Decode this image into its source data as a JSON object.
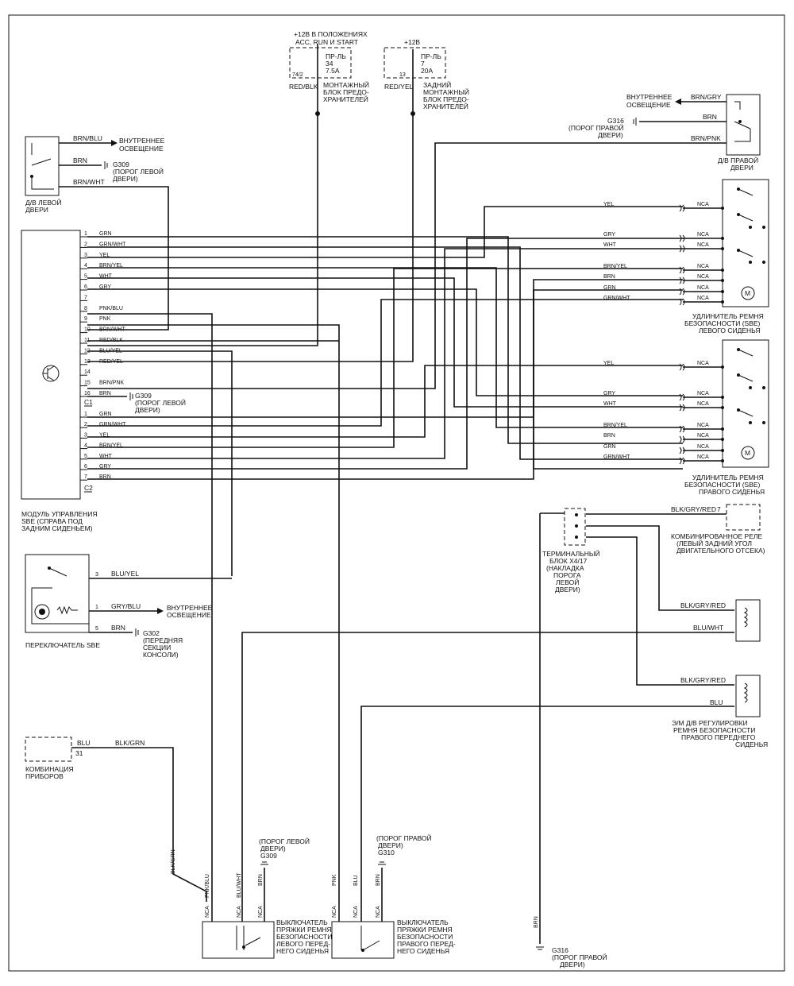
{
  "fuse_left": {
    "title": [
      "+12В В ПОЛОЖЕНИЯХ",
      "ACC, RUN И START"
    ],
    "fuse": [
      "ПР-ЛЬ",
      "34",
      "7.5A"
    ],
    "pin": "74/2",
    "wire": "RED/BLK",
    "block": [
      "МОНТАЖНЫЙ",
      "БЛОК ПРЕДО-",
      "ХРАНИТЕЛЕЙ"
    ]
  },
  "fuse_right": {
    "title": [
      "+12В"
    ],
    "fuse": [
      "ПР-ЛЬ",
      "7",
      "20A"
    ],
    "pin": "13",
    "wire": "RED/YEL",
    "block": [
      "ЗАДНИЙ",
      "МОНТАЖНЫЙ",
      "БЛОК ПРЕДО-",
      "ХРАНИТЕЛЕЙ"
    ]
  },
  "left_door_switch": {
    "label": [
      "Д/В ЛЕВОЙ",
      "ДВЕРИ"
    ],
    "wires": [
      {
        "name": "BRN/BLU",
        "target": [
          "ВНУТРЕННЕЕ",
          "ОСВЕЩЕНИЕ"
        ]
      },
      {
        "name": "BRN",
        "target": [
          "G309",
          "(ПОРОГ ЛЕВОЙ",
          "ДВЕРИ)"
        ]
      },
      {
        "name": "BRN/WHT",
        "target": []
      }
    ]
  },
  "right_door_switch": {
    "label": [
      "Д/В ПРАВОЙ",
      "ДВЕРИ"
    ],
    "wires": [
      {
        "name": "BRN/GRY",
        "target": [
          "ВНУТРЕННЕЕ",
          "ОСВЕЩЕНИЕ"
        ]
      },
      {
        "name": "BRN",
        "target": [
          "G316",
          "(ПОРОГ ПРАВОЙ",
          "ДВЕРИ)"
        ]
      },
      {
        "name": "BRN/PNK",
        "target": []
      }
    ]
  },
  "module": {
    "label": [
      "МОДУЛЬ УПРАВЛЕНИЯ",
      "SBE (СПРАВА ПОД",
      "ЗАДНИМ СИДЕНЬЕМ)"
    ],
    "c1": [
      {
        "pin": "1",
        "wire": "GRN"
      },
      {
        "pin": "2",
        "wire": "GRN/WHT"
      },
      {
        "pin": "3",
        "wire": "YEL"
      },
      {
        "pin": "4",
        "wire": "BRN/YEL"
      },
      {
        "pin": "5",
        "wire": "WHT"
      },
      {
        "pin": "6",
        "wire": "GRY"
      },
      {
        "pin": "7",
        "wire": ""
      },
      {
        "pin": "8",
        "wire": "PNK/BLU"
      },
      {
        "pin": "9",
        "wire": "PNK"
      },
      {
        "pin": "10",
        "wire": "BRN/WHT"
      },
      {
        "pin": "11",
        "wire": "RED/BLK"
      },
      {
        "pin": "12",
        "wire": "BLU/YEL"
      },
      {
        "pin": "13",
        "wire": "RED/YEL"
      },
      {
        "pin": "14",
        "wire": ""
      },
      {
        "pin": "15",
        "wire": "BRN/PNK"
      },
      {
        "pin": "16",
        "wire": "BRN"
      }
    ],
    "c1_label": "C1",
    "c1_ground": [
      "G309",
      "(ПОРОГ ЛЕВОЙ",
      "ДВЕРИ)"
    ],
    "c2": [
      {
        "pin": "1",
        "wire": "GRN"
      },
      {
        "pin": "2",
        "wire": "GRN/WHT"
      },
      {
        "pin": "3",
        "wire": "YEL"
      },
      {
        "pin": "4",
        "wire": "BRN/YEL"
      },
      {
        "pin": "5",
        "wire": "WHT"
      },
      {
        "pin": "6",
        "wire": "GRY"
      },
      {
        "pin": "7",
        "wire": "BRN"
      }
    ],
    "c2_label": "C2"
  },
  "sbe_left": {
    "label": [
      "УДЛИНИТЕЛЬ РЕМНЯ",
      "БЕЗОПАСНОСТИ (SBE)",
      "ЛЕВОГО СИДЕНЬЯ"
    ],
    "rows": [
      {
        "wire": "YEL",
        "nca": "NCA"
      },
      {
        "wire": "GRY",
        "nca": "NCA"
      },
      {
        "wire": "WHT",
        "nca": "NCA"
      },
      {
        "wire": "BRN/YEL",
        "nca": "NCA"
      },
      {
        "wire": "BRN",
        "nca": "NCA"
      },
      {
        "wire": "GRN",
        "nca": "NCA"
      },
      {
        "wire": "GRN/WHT",
        "nca": "NCA"
      }
    ]
  },
  "sbe_right": {
    "label": [
      "УДЛИНИТЕЛЬ РЕМНЯ",
      "БЕЗОПАСНОСТИ (SBE)",
      "ПРАВОГО СИДЕНЬЯ"
    ],
    "rows": [
      {
        "wire": "YEL",
        "nca": "NCA"
      },
      {
        "wire": "GRY",
        "nca": "NCA"
      },
      {
        "wire": "WHT",
        "nca": "NCA"
      },
      {
        "wire": "BRN/YEL",
        "nca": "NCA"
      },
      {
        "wire": "BRN",
        "nca": "NCA"
      },
      {
        "wire": "GRN",
        "nca": "NCA"
      },
      {
        "wire": "GRN/WHT",
        "nca": "NCA"
      }
    ]
  },
  "relay": {
    "wire": "BLK/GRY/RED",
    "pin": "7",
    "label": [
      "КОМБИНИРОВАННОЕ РЕЛЕ",
      "(ЛЕВЫЙ ЗАДНИЙ УГОЛ",
      "ДВИГАТЕЛЬНОГО ОТСЕКА)"
    ]
  },
  "terminal": {
    "label": [
      "ТЕРМИНАЛЬНЫЙ",
      "БЛОК X4/17",
      "(НАКЛАДКА",
      "ПОРОГА",
      "ЛЕВОЙ",
      "ДВЕРИ)"
    ]
  },
  "solenoid_left_wires": [
    "BLK/GRY/RED",
    "BLU/WHT"
  ],
  "solenoid_right": {
    "wires": [
      "BLK/GRY/RED",
      "BLU"
    ],
    "label": [
      "Э/М Д/В РЕГУЛИРОВКИ",
      "РЕМНЯ БЕЗОПАСНОСТИ",
      "ПРАВОГО ПЕРЕДНЕГО",
      "СИДЕНЬЯ"
    ]
  },
  "sbe_switch": {
    "label": "ПЕРЕКЛЮЧАТЕЛЬ SBE",
    "wires": [
      {
        "pin": "3",
        "wire": "BLU/YEL",
        "target": []
      },
      {
        "pin": "1",
        "wire": "GRY/BLU",
        "target": [
          "ВНУТРЕННЕЕ",
          "ОСВЕЩЕНИЕ"
        ]
      },
      {
        "pin": "5",
        "wire": "BRN",
        "target": [
          "G302",
          "(ПЕРЕДНЯЯ",
          "СЕКЦИИ",
          "КОНСОЛИ)"
        ]
      }
    ]
  },
  "cluster": {
    "label": [
      "КОМБИНАЦИЯ",
      "ПРИБОРОВ"
    ],
    "pin_wire": "BLU",
    "pin": "31",
    "wire": "BLK/GRN"
  },
  "buckle_left": {
    "label": [
      "ВЫКЛЮЧАТЕЛЬ",
      "ПРЯЖКИ РЕМНЯ",
      "БЕЗОПАСНОСТИ",
      "ЛЕВОГО ПЕРЕД-",
      "НЕГО СИДЕНЬЯ"
    ],
    "wires": [
      "BLK/GRN",
      "PNK/BLU",
      "BLU/WHT",
      "BRN"
    ],
    "nca": "NCA",
    "ground": [
      "(ПОРОГ ЛЕВОЙ",
      "ДВЕРИ)",
      "G309"
    ]
  },
  "buckle_right": {
    "label": [
      "ВЫКЛЮЧАТЕЛЬ",
      "ПРЯЖКИ РЕМНЯ",
      "БЕЗОПАСНОСТИ",
      "ПРАВОГО ПЕРЕД-",
      "НЕГО СИДЕНЬЯ"
    ],
    "wires": [
      "PNK",
      "BLU",
      "BRN"
    ],
    "nca": "NCA",
    "ground": [
      "(ПОРОГ ПРАВОЙ",
      "ДВЕРИ)",
      "G310"
    ]
  },
  "bottom_ground": {
    "wire": "BRN",
    "label": [
      "G316",
      "(ПОРОГ ПРАВОЙ",
      "ДВЕРИ)"
    ]
  }
}
